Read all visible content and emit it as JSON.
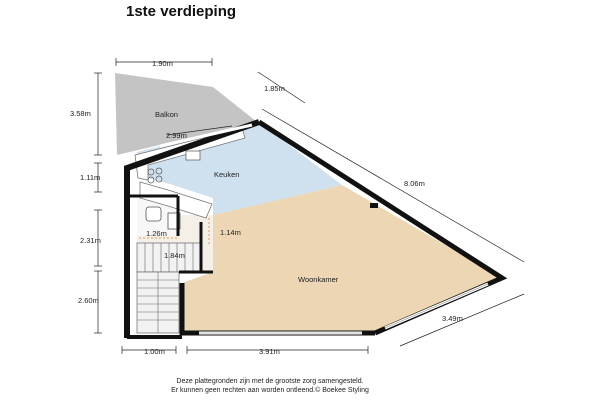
{
  "title": "1ste verdieping",
  "rooms": {
    "balkon": "Balkon",
    "keuken": "Keuken",
    "woonkamer": "Woonkamer"
  },
  "dimensions": {
    "top_balkon": "1.90m",
    "diag_top": "1.85m",
    "left_balkon": "3.58m",
    "balkon_width": "2.99m",
    "left_keuken": "1.11m",
    "diag_long": "8.06m",
    "left_bath": "2.31m",
    "bath_width": "1.26m",
    "hall_depth": "1.14m",
    "stair_width": "1.84m",
    "left_stair": "2.60m",
    "diag_bottom": "3.49m",
    "bottom_left": "1.00m",
    "bottom_main": "3.91m"
  },
  "footer": {
    "line1": "Deze plattegronden zijn met de grootste zorg samengesteld.",
    "line2": "Er kunnen geen rechten aan worden ontleend.© Boekee Styling"
  },
  "colors": {
    "balkon": "#c4c4c4",
    "keuken": "#cfe0ee",
    "woonkamer": "#ecd6b4",
    "wall": "#111111",
    "stair": "#f2f2f2"
  }
}
